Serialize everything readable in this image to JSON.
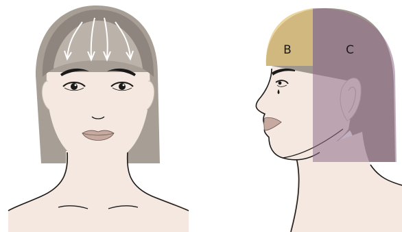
{
  "figure": {
    "front_view": {
      "arrow_count": 4
    },
    "profile_view": {
      "zones": [
        {
          "id": "B",
          "label": "B",
          "color": "#e3c57a"
        },
        {
          "id": "C",
          "label": "C",
          "color": "#8e6b88"
        }
      ]
    }
  },
  "colors": {
    "skin": "#f4e8e0",
    "hair": "#9b928a",
    "hair_front_light": "#b5ada4",
    "hair_shadow": "#857d75",
    "line": "#1a1a1a",
    "lips": "#c6aaa0"
  }
}
